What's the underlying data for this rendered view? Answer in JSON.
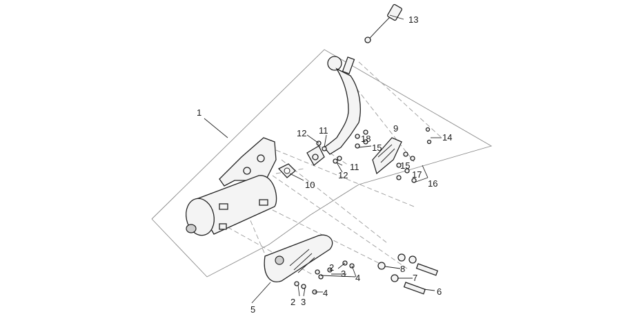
{
  "callouts": {
    "c1": "1",
    "c2a": "2",
    "c2b": "2",
    "c3a": "3",
    "c3b": "3",
    "c4a": "4",
    "c4b": "4",
    "c5": "5",
    "c6": "6",
    "c7": "7",
    "c8": "8",
    "c9": "9",
    "c10": "10",
    "c11a": "11",
    "c11b": "11",
    "c12a": "12",
    "c12b": "12",
    "c13": "13",
    "c14": "14",
    "c15a": "15",
    "c15b": "15",
    "c16": "16",
    "c17": "17",
    "c18": "18"
  }
}
